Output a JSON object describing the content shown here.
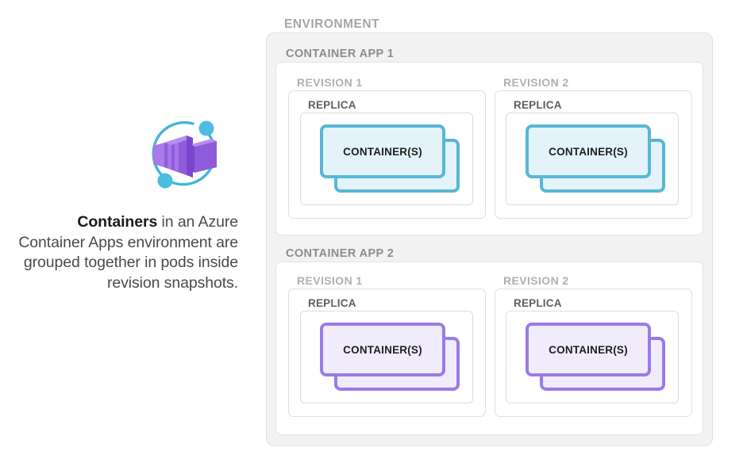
{
  "caption": {
    "strong": "Containers",
    "rest": " in an Azure Container Apps environment are grouped together in pods inside revision snapshots."
  },
  "icon": {
    "name": "azure-container-apps-icon",
    "colors": {
      "ring": "#41b6d9",
      "dot": "#4bbde0",
      "box_light": "#a97ae8",
      "box_mid": "#9460dd",
      "box_dark": "#7b45cf",
      "box_top": "#b48ef0"
    }
  },
  "diagram": {
    "environment_label": "ENVIRONMENT",
    "apps": [
      {
        "label": "CONTAINER APP 1",
        "accent": "#57b7d4",
        "revisions": [
          {
            "label": "REVISION 1",
            "replica_label": "REPLICA",
            "container_label": "CONTAINER(S)"
          },
          {
            "label": "REVISION 2",
            "replica_label": "REPLICA",
            "container_label": "CONTAINER(S)"
          }
        ]
      },
      {
        "label": "CONTAINER APP 2",
        "accent": "#9b7ae8",
        "revisions": [
          {
            "label": "REVISION 1",
            "replica_label": "REPLICA",
            "container_label": "CONTAINER(S)"
          },
          {
            "label": "REVISION 2",
            "replica_label": "REPLICA",
            "container_label": "CONTAINER(S)"
          }
        ]
      }
    ]
  },
  "colors": {
    "environment_fill": "#f2f2f2",
    "box_fill": "#ffffff",
    "border": "#e2e2e2",
    "label_muted": "#a6a6a6",
    "label_dark": "#5e5e5e",
    "text": "#4a4a4a"
  }
}
